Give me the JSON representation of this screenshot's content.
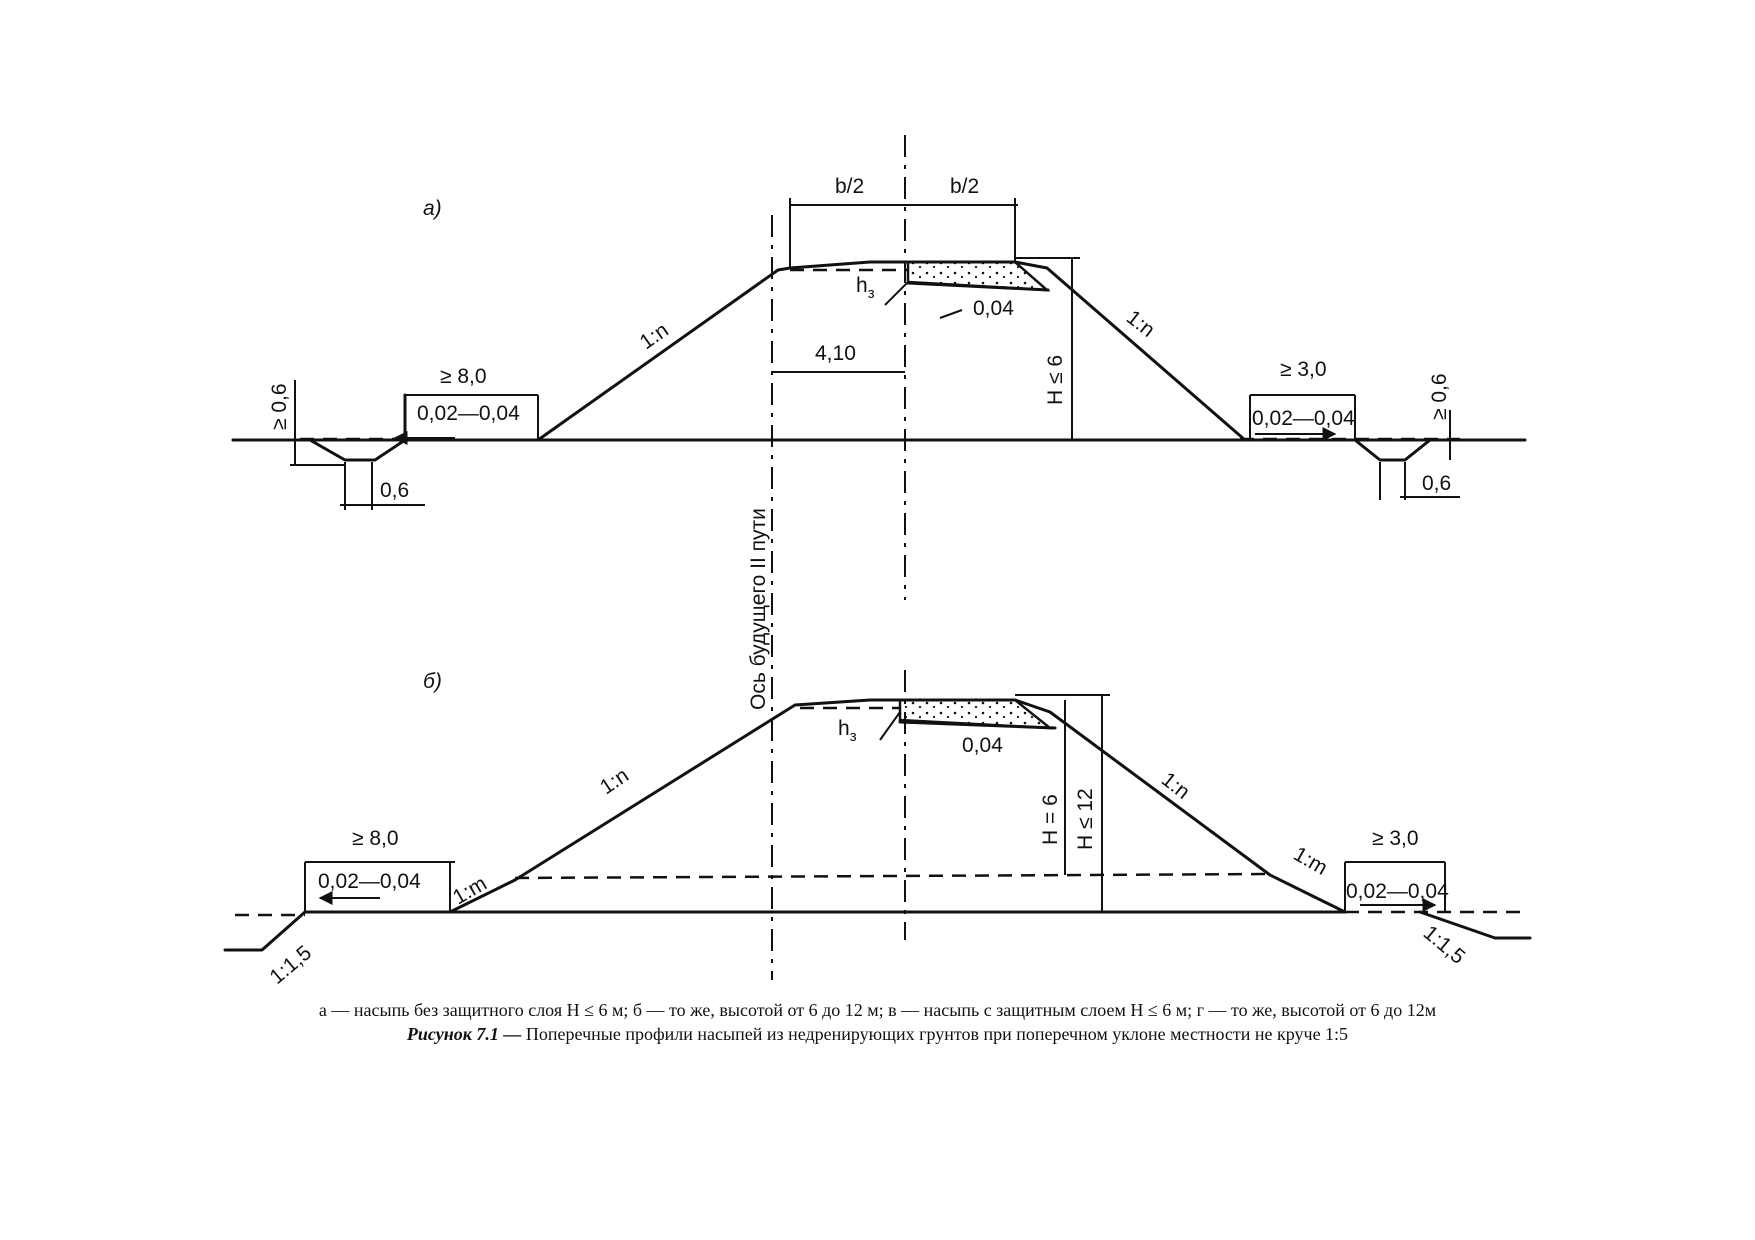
{
  "diagram_a": {
    "label": "а)",
    "b_half_left": "b/2",
    "b_half_right": "b/2",
    "slope_left": "1:n",
    "slope_right": "1:n",
    "h3": "h",
    "h3_sub": "з",
    "crown_slope": "0,04",
    "offset": "4,10",
    "height": "H ≤ 6",
    "berm_left_width": "≥ 8,0",
    "berm_left_slope": "0,02—0,04",
    "ditch_left_depth": "≥ 0,6",
    "ditch_left_width": "0,6",
    "berm_right_width": "≥ 3,0",
    "berm_right_slope": "0,02—0,04",
    "ditch_right_depth": "≥ 0,6",
    "ditch_right_width": "0,6"
  },
  "axis_label": "Ось будущего II пути",
  "diagram_b": {
    "label": "б)",
    "slope_left": "1:n",
    "slope_right": "1:n",
    "slope_left_lower": "1:m",
    "slope_right_lower": "1:m",
    "h3": "h",
    "h3_sub": "з",
    "crown_slope": "0,04",
    "height_upper": "H = 6",
    "height_total": "H ≤ 12",
    "berm_left_width": "≥ 8,0",
    "berm_left_slope": "0,02—0,04",
    "berm_right_width": "≥ 3,0",
    "berm_right_slope": "0,02—0,04",
    "ground_slope_left": "1:1,5",
    "ground_slope_right": "1:1,5"
  },
  "caption": {
    "legend": "а — насыпь без защитного слоя H ≤ 6 м; б — то же, высотой от 6 до 12 м; в — насыпь с защитным слоем H ≤ 6 м; г — то же, высотой от 6 до 12м",
    "figure_label": "Рисунок 7.1 —",
    "figure_title": " Поперечные профили насыпей из недренирующих грунтов при поперечном уклоне местности не круче 1:5"
  }
}
